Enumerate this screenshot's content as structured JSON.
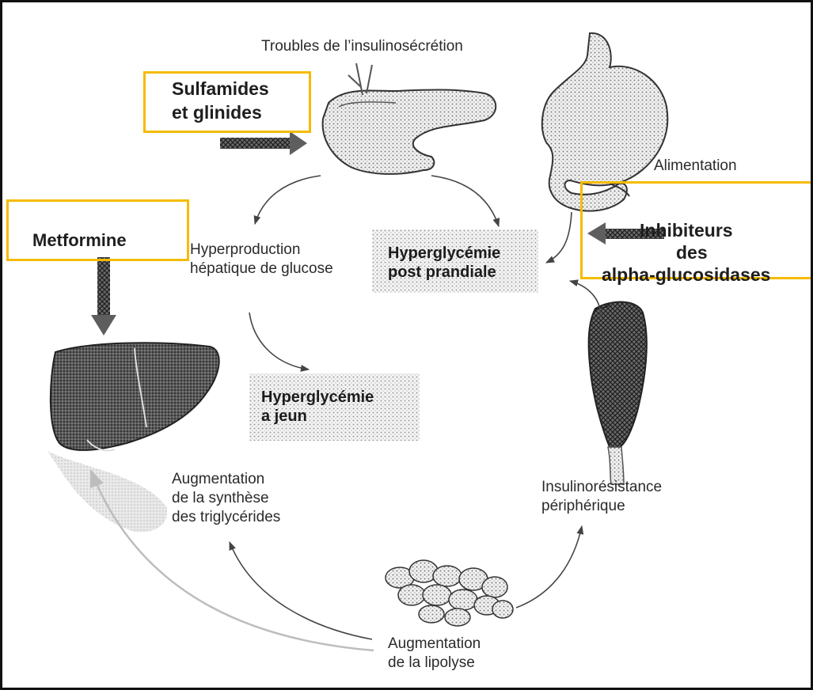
{
  "labels": {
    "troubles": "Troubles de l’insulinosécrétion",
    "alimentation": "Alimentation",
    "hyperproduction_l1": "Hyperproduction",
    "hyperproduction_l2": "hépatique de glucose",
    "hyper_post_l1": "Hyperglycémie",
    "hyper_post_l2": "post prandiale",
    "hyper_jeun_l1": "Hyperglycémie",
    "hyper_jeun_l2": "a jeun",
    "synthese_l1": "Augmentation",
    "synthese_l2": "de la synthèse",
    "synthese_l3": "des triglycérides",
    "insulino_l1": "Insulinorésistance",
    "insulino_l2": "périphérique",
    "lipolyse_l1": "Augmentation",
    "lipolyse_l2": "de la lipolyse"
  },
  "drugs": {
    "sulfamides_l1": "Sulfamides",
    "sulfamides_l2": "et glinides",
    "metformine": "Metformine",
    "inhib_l1": "Inhibiteurs",
    "inhib_l2": "des",
    "inhib_l3": "alpha-glucosidases"
  },
  "colors": {
    "highlight_box": "#f5bb00",
    "arrow_thick": "#5e5e5e",
    "arrow_thin": "#444444"
  },
  "icons": [
    "pancreas-icon",
    "stomach-icon",
    "liver-icon",
    "muscle-icon",
    "adipose-tissue-icon"
  ]
}
